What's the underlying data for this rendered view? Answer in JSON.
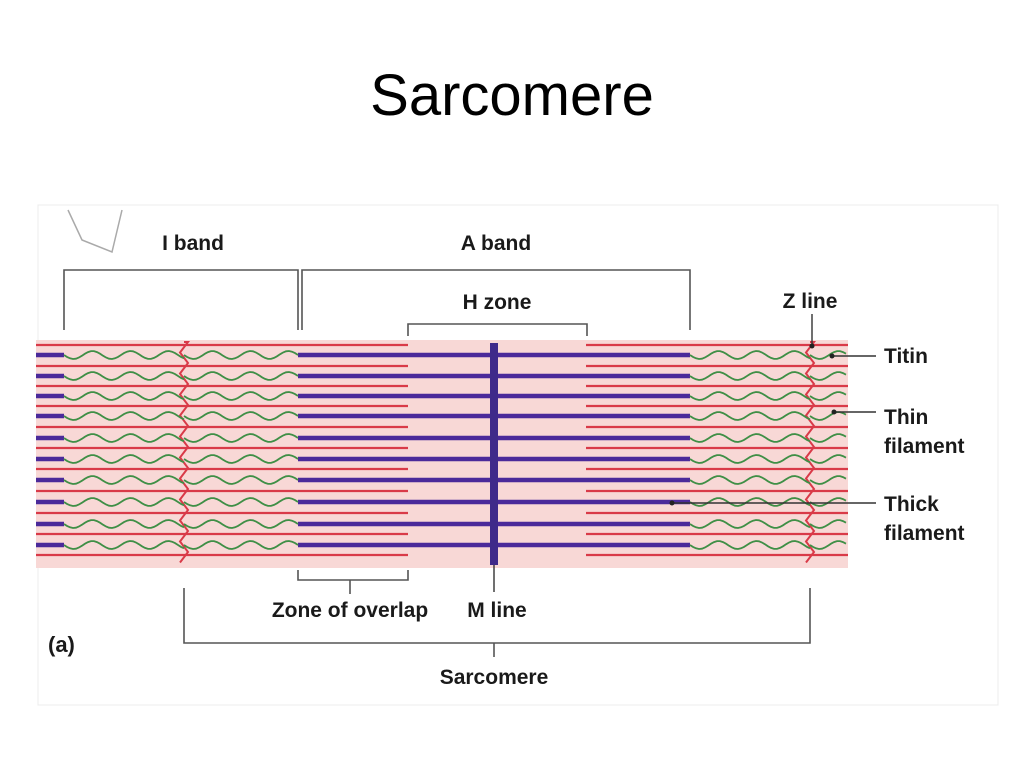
{
  "slide": {
    "title": "Sarcomere"
  },
  "diagram": {
    "labels": {
      "i_band": "I band",
      "a_band": "A band",
      "h_zone": "H zone",
      "z_line": "Z line",
      "titin": "Titin",
      "thin_filament_1": "Thin",
      "thin_filament_2": "filament",
      "thick_filament_1": "Thick",
      "thick_filament_2": "filament",
      "zone_of_overlap": "Zone of overlap",
      "m_line": "M line",
      "sarcomere": "Sarcomere",
      "panel": "(a)"
    },
    "colors": {
      "background": "#f8d8d6",
      "thin_filament": "#d93a48",
      "thick_filament": "#4b2a9a",
      "titin": "#3f8f46",
      "m_line": "#3f2a8a",
      "bracket": "#555555"
    }
  }
}
